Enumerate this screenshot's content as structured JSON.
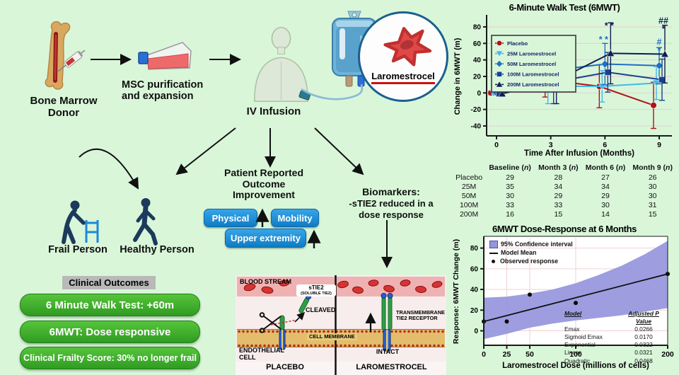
{
  "flow": {
    "bone_marrow_label": "Bone Marrow Donor",
    "msc_label": "MSC purification and expansion",
    "iv_infusion_label": "IV Infusion",
    "magnifier_label": "Laromestrocel"
  },
  "people": {
    "frail_label": "Frail Person",
    "healthy_label": "Healthy Person"
  },
  "pro": {
    "heading_line1": "Patient Reported",
    "heading_line2": "Outcome Improvement",
    "buttons": [
      "Physical",
      "Mobility",
      "Upper extremity"
    ]
  },
  "biomarkers": {
    "title": "Biomarkers:",
    "line1": "-sTIE2 reduced in a",
    "line2": "dose response"
  },
  "clinical_outcomes": {
    "header": "Clinical Outcomes",
    "items": [
      "6 Minute Walk Test: +60m",
      "6MWT: Dose responsive",
      "Clinical Frailty Score: 30% no longer frail"
    ]
  },
  "tie2_diagram": {
    "blood_stream": "BLOOD STREAM",
    "stie2": "sTIE2",
    "stie2_sub": "(SOLUBLE TIE2)",
    "cleaved": "CLEAVED",
    "cell_membrane": "CELL MEMBRANE",
    "endothelial": "ENDOTHELIAL",
    "endothelial2": "CELL",
    "transmembrane1": "TRANSMEMBRANE",
    "transmembrane2": "TIE2 RECEPTOR",
    "intact": "INTACT",
    "left_condition": "PLACEBO",
    "right_condition": "LAROMESTROCEL"
  },
  "sample_table": {
    "col_headers": [
      "Baseline",
      "Month 3",
      "Month 6",
      "Month 9"
    ],
    "n_symbol": "n",
    "rows": [
      {
        "label": "Placebo",
        "values": [
          29,
          28,
          27,
          26
        ]
      },
      {
        "label": "25M",
        "values": [
          35,
          34,
          34,
          30
        ]
      },
      {
        "label": "50M",
        "values": [
          30,
          29,
          29,
          30
        ]
      },
      {
        "label": "100M",
        "values": [
          33,
          33,
          30,
          31
        ]
      },
      {
        "label": "200M",
        "values": [
          16,
          15,
          14,
          15
        ]
      }
    ]
  },
  "chart_data": [
    {
      "type": "line",
      "title": "6-Minute Walk Test (6MWT)",
      "xlabel": "Time After Infusion (Months)",
      "ylabel": "Change in 6MWT (m)",
      "x": [
        0,
        3,
        6,
        9
      ],
      "ylim": [
        -52,
        92
      ],
      "yticks": [
        -40,
        -20,
        0,
        20,
        40,
        60,
        80
      ],
      "legend_position": "top-left",
      "series": [
        {
          "name": "Placebo",
          "color": "#b01217",
          "marker": "circle",
          "values": [
            0,
            16,
            8,
            -15
          ],
          "err": [
            2,
            21,
            26,
            28
          ]
        },
        {
          "name": "25M Laromestrocel",
          "color": "#45b7e8",
          "marker": "triangle-down",
          "values": [
            0,
            8,
            8,
            12
          ],
          "err": [
            2,
            21,
            19,
            20
          ]
        },
        {
          "name": "50M Laromestrocel",
          "color": "#1f6fc4",
          "marker": "diamond",
          "values": [
            0,
            27,
            35,
            33
          ],
          "err": [
            2,
            18,
            25,
            22
          ]
        },
        {
          "name": "100M Laromestrocel",
          "color": "#17418f",
          "marker": "square",
          "values": [
            -1,
            13,
            25,
            16
          ],
          "err": [
            2,
            26,
            24,
            25
          ]
        },
        {
          "name": "200M Laromestrocel",
          "color": "#101c52",
          "marker": "triangle-up",
          "values": [
            -1,
            15,
            48,
            47
          ],
          "err": [
            2,
            28,
            37,
            35
          ]
        }
      ],
      "annotations": [
        {
          "month": 3,
          "value": 46,
          "text": "* *",
          "color": "#1f6fc4",
          "dx": 0
        },
        {
          "month": 6,
          "value": 78,
          "text": "* *",
          "color": "#101c52",
          "dx": 6
        },
        {
          "month": 6,
          "value": 61,
          "text": "* *",
          "color": "#1f6fc4",
          "dx": -2
        },
        {
          "month": 9,
          "value": 84,
          "text": "##",
          "color": "#101c52",
          "dx": 6
        },
        {
          "month": 9,
          "value": 74,
          "text": "*",
          "color": "#101c52",
          "dx": 6
        },
        {
          "month": 9,
          "value": 58,
          "text": "#",
          "color": "#1f6fc4",
          "dx": 0
        },
        {
          "month": 9,
          "value": 48,
          "text": "*",
          "color": "#1f6fc4",
          "dx": 0
        }
      ]
    },
    {
      "type": "scatter",
      "title": "6MWT Dose-Response at 6 Months",
      "xlabel": "Laromestrocel Dose (millions of cells)",
      "ylabel": "Response: 6MWT Change (m)",
      "xlim": [
        0,
        200
      ],
      "ylim": [
        -14,
        90
      ],
      "xticks": [
        0,
        25,
        50,
        100,
        200
      ],
      "yticks": [
        0,
        20,
        40,
        60,
        80
      ],
      "band_color": "#9595dd",
      "band": {
        "x": [
          0,
          25,
          50,
          75,
          100,
          125,
          150,
          175,
          200
        ],
        "upper": [
          32,
          33,
          36,
          40,
          46,
          54,
          63,
          74,
          87
        ],
        "lower": [
          -8,
          -3,
          3,
          7,
          10,
          12.5,
          15,
          18.5,
          22
        ]
      },
      "model_mean": {
        "x": [
          0,
          200
        ],
        "y": [
          9,
          55
        ]
      },
      "observed": [
        [
          0,
          9
        ],
        [
          25,
          9
        ],
        [
          50,
          35
        ],
        [
          100,
          27
        ],
        [
          200,
          55
        ]
      ],
      "legend": [
        "95% Confidence interval",
        "Model Mean",
        "Observed response"
      ],
      "model_table": {
        "headers": [
          "Model",
          "Adjusted P Value"
        ],
        "rows": [
          [
            "Emax",
            "0.0266"
          ],
          [
            "Sigmoid Emax",
            "0.0170"
          ],
          [
            "Exponential",
            "0.0322"
          ],
          [
            "Linear",
            "0.0321"
          ],
          [
            "Quadratic",
            "0.0468"
          ]
        ]
      }
    }
  ]
}
